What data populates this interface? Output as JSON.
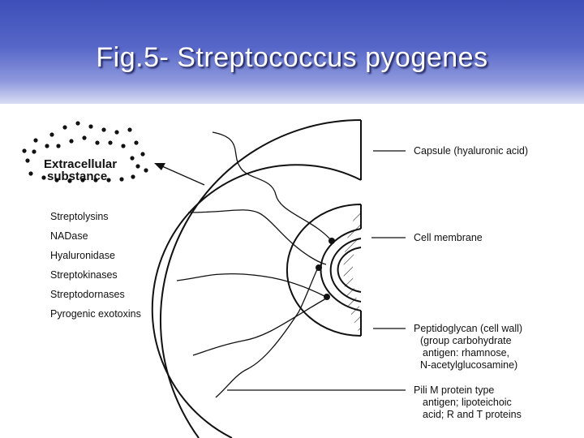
{
  "header": {
    "title": "Fig.5- Streptococcus pyogenes"
  },
  "extracellular": {
    "line1": "Extracellular",
    "line2": "substance"
  },
  "left_list": [
    "Streptolysins",
    "NADase",
    "Hyaluronidase",
    "Streptokinases",
    "Streptodornases",
    "Pyrogenic exotoxins"
  ],
  "right_labels": {
    "capsule": "Capsule  (hyaluronic acid)",
    "membrane": "Cell membrane",
    "peptidoglycan": [
      "Peptidoglycan (cell wall)",
      "(group carbohydrate",
      "antigen: rhamnose,",
      "N-acetylglucosamine)"
    ],
    "pili": [
      "Pili M protein type",
      "antigen; lipoteichoic",
      "acid; R and T proteins"
    ]
  }
}
